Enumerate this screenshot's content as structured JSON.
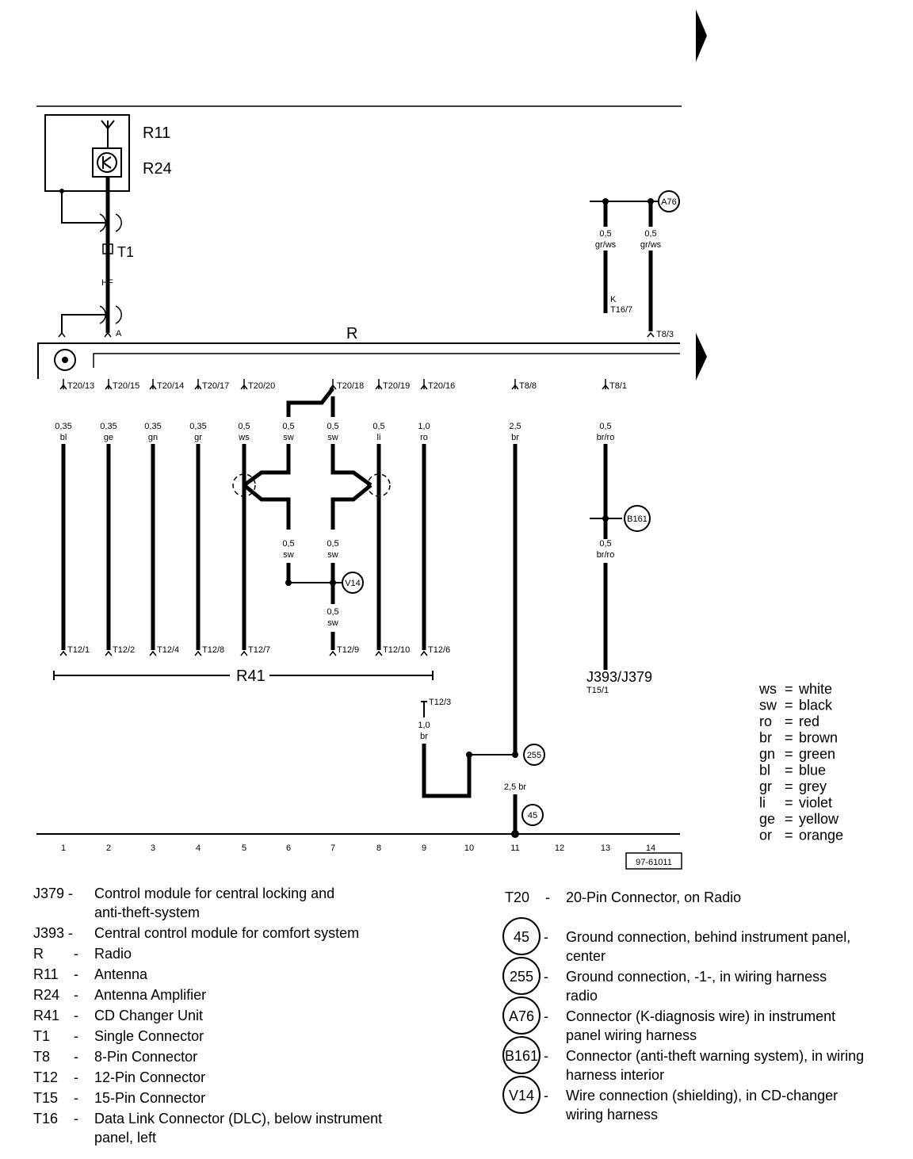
{
  "components": {
    "R11": "R11",
    "R24": "R24",
    "T1": "T1",
    "HF": "HF",
    "A": "A",
    "R": "R",
    "R41": "R41",
    "J393_J379": "J393/J379",
    "T15_1": "T15/1"
  },
  "top_connectors": [
    "T20/13",
    "T20/15",
    "T20/14",
    "T20/17",
    "T20/20",
    "T20/18",
    "T20/19",
    "T20/16",
    "T8/8",
    "T8/1"
  ],
  "wire_specs": [
    {
      "size": "0,35",
      "color": "bl"
    },
    {
      "size": "0,35",
      "color": "ge"
    },
    {
      "size": "0,35",
      "color": "gn"
    },
    {
      "size": "0,35",
      "color": "gr"
    },
    {
      "size": "0,5",
      "color": "ws"
    },
    {
      "size": "0,5",
      "color": "sw"
    },
    {
      "size": "0,5",
      "color": "sw"
    },
    {
      "size": "0,5",
      "color": "li"
    },
    {
      "size": "1,0",
      "color": "ro"
    },
    {
      "size": "2,5",
      "color": "br"
    },
    {
      "size": "0,5",
      "color": "br/ro"
    }
  ],
  "bottom_connectors": [
    "T12/1",
    "T12/2",
    "T12/4",
    "T12/8",
    "T12/7",
    "T12/9",
    "T12/10",
    "T12/6"
  ],
  "upper_right": {
    "wire1": {
      "size": "0,5",
      "color": "gr/ws"
    },
    "wire2": {
      "size": "0,5",
      "color": "gr/ws"
    },
    "k_label": "K",
    "k_conn": "T16/7",
    "r_conn": "T8/3",
    "node": "A76"
  },
  "shield_wires": {
    "a": {
      "size": "0,5",
      "color": "sw"
    },
    "b": {
      "size": "0,5",
      "color": "sw"
    },
    "c": {
      "size": "0,5",
      "color": "sw"
    },
    "node": "V14"
  },
  "b161": {
    "node": "B161",
    "size": "0,5",
    "color": "br/ro"
  },
  "ground": {
    "conn": "T12/3",
    "size": "1,0",
    "color": "br",
    "node255": "255",
    "spec": "2,5 br",
    "node45": "45"
  },
  "grid_numbers": [
    "1",
    "2",
    "3",
    "4",
    "5",
    "6",
    "7",
    "8",
    "9",
    "10",
    "11",
    "12",
    "13",
    "14"
  ],
  "ref_id": "97-61011",
  "color_key": [
    {
      "code": "ws",
      "name": "white"
    },
    {
      "code": "sw",
      "name": "black"
    },
    {
      "code": "ro",
      "name": "red"
    },
    {
      "code": "br",
      "name": "brown"
    },
    {
      "code": "gn",
      "name": "green"
    },
    {
      "code": "bl",
      "name": "blue"
    },
    {
      "code": "gr",
      "name": "grey"
    },
    {
      "code": "li",
      "name": "violet"
    },
    {
      "code": "ge",
      "name": "yellow"
    },
    {
      "code": "or",
      "name": "orange"
    }
  ],
  "legend_left": [
    {
      "code": "J379 -",
      "lines": [
        "Control module for central locking and",
        "anti-theft-system"
      ]
    },
    {
      "code": "J393 -",
      "lines": [
        "Central control module for comfort system"
      ]
    },
    {
      "code": "R",
      "dash": "-",
      "lines": [
        "Radio"
      ]
    },
    {
      "code": "R11",
      "dash": "-",
      "lines": [
        "Antenna"
      ]
    },
    {
      "code": "R24",
      "dash": "-",
      "lines": [
        "Antenna Amplifier"
      ]
    },
    {
      "code": "R41",
      "dash": "-",
      "lines": [
        "CD Changer Unit"
      ]
    },
    {
      "code": "T1",
      "dash": "-",
      "lines": [
        "Single Connector"
      ]
    },
    {
      "code": "T8",
      "dash": "-",
      "lines": [
        "8-Pin Connector"
      ]
    },
    {
      "code": "T12",
      "dash": "-",
      "lines": [
        "12-Pin Connector"
      ]
    },
    {
      "code": "T15",
      "dash": "-",
      "lines": [
        "15-Pin Connector"
      ]
    },
    {
      "code": "T16",
      "dash": "-",
      "lines": [
        "Data Link Connector (DLC), below instrument",
        "panel, left"
      ]
    }
  ],
  "legend_right": {
    "t20_code": "T20",
    "t20_dash": "-",
    "t20_text": "20-Pin Connector, on Radio",
    "nodes": [
      {
        "id": "45",
        "lines": [
          "Ground connection, behind instrument panel,",
          "center"
        ]
      },
      {
        "id": "255",
        "lines": [
          "Ground connection, -1-, in wiring harness",
          "radio"
        ]
      },
      {
        "id": "A76",
        "lines": [
          "Connector (K-diagnosis wire) in instrument",
          "panel wiring harness"
        ]
      },
      {
        "id": "B161",
        "lines": [
          "Connector (anti-theft warning system), in wiring",
          "harness interior"
        ]
      },
      {
        "id": "V14",
        "lines": [
          "Wire connection (shielding), in CD-changer",
          "wiring harness"
        ]
      }
    ]
  }
}
